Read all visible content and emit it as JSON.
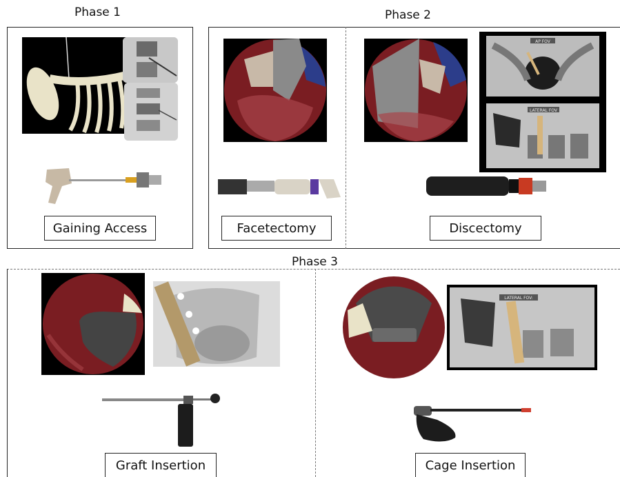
{
  "phases": {
    "phase1": {
      "title": "Phase 1",
      "step_label": "Gaining Access"
    },
    "phase2": {
      "title": "Phase 2",
      "facet_label": "Facetectomy",
      "disc_label": "Discectomy",
      "xray_ap_caption": "AP FOV",
      "xray_lateral_caption": "LATERAL FOV"
    },
    "phase3": {
      "title": "Phase 3",
      "graft_label": "Graft Insertion",
      "cage_label": "Cage Insertion",
      "xray_lateral_caption": "LATERAL FOV:"
    }
  },
  "colors": {
    "tissue": "#7a1d22",
    "tissue_light": "#a8444a",
    "instrument_gray": "#808080",
    "background_blue": "#2c3d8a",
    "bone": "#e9e3c8"
  }
}
